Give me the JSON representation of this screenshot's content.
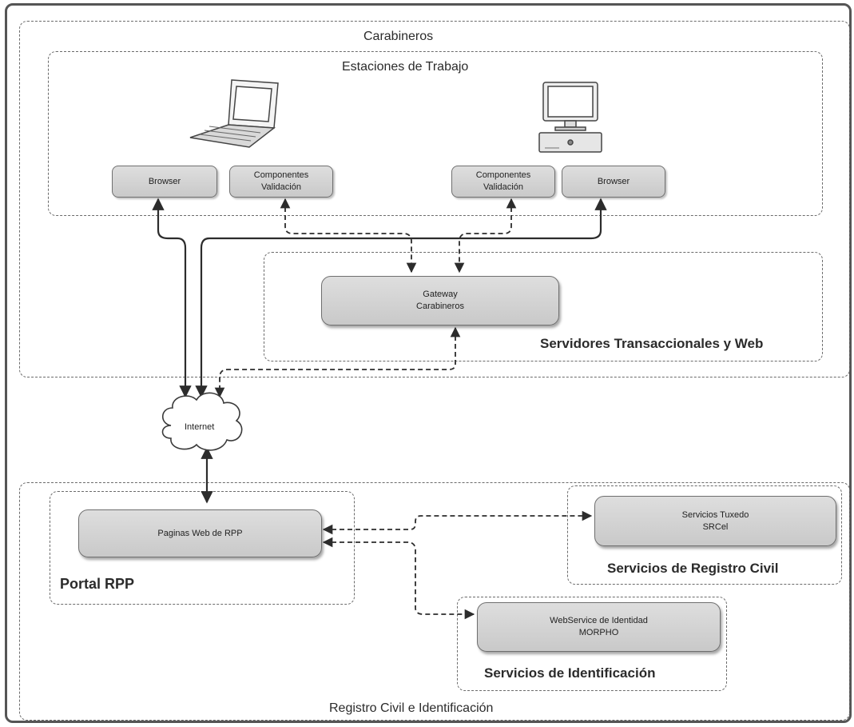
{
  "zones": {
    "carabineros": "Carabineros",
    "estaciones": "Estaciones de Trabajo",
    "servidores": "Servidores Transaccionales y Web",
    "registro_identificacion": "Registro Civil e Identificación",
    "portal": "Portal RPP",
    "registro_civil": "Servicios de Registro Civil",
    "identificacion": "Servicios de Identificación"
  },
  "nodes": {
    "browser_left": "Browser",
    "componentes_left": "Componentes\nValidación",
    "componentes_right": "Componentes\nValidación",
    "browser_right": "Browser",
    "gateway": "Gateway\nCarabineros",
    "internet": "Internet",
    "paginas": "Paginas Web de RPP",
    "tuxedo": "Servicios Tuxedo\nSRCel",
    "webservice": "WebService de Identidad\nMORPHO"
  },
  "icons": {
    "laptop": "laptop-icon",
    "desktop": "desktop-computer-icon",
    "cloud": "cloud-icon"
  },
  "colors": {
    "node_fill": "#d4d4d4",
    "line": "#3a3a3a"
  }
}
